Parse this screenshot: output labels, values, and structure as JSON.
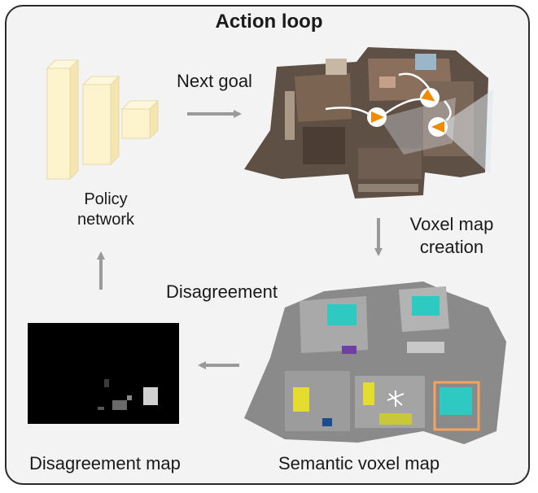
{
  "title": "Action loop",
  "policy_network": {
    "line1": "Policy",
    "line2": "network"
  },
  "next_goal": "Next goal",
  "voxel_map_creation": {
    "line1": "Voxel map",
    "line2": "creation"
  },
  "disagreement": "Disagreement",
  "disagreement_map": "Disagreement map",
  "semantic_voxel_map": "Semantic voxel map",
  "colors": {
    "frame_bg": "#f3f3f3",
    "policy_blocks": "#fdf3cc",
    "arrow": "#9a9a9a",
    "agent_marker": "#f08a00",
    "highlight_box": "#f4a460"
  }
}
